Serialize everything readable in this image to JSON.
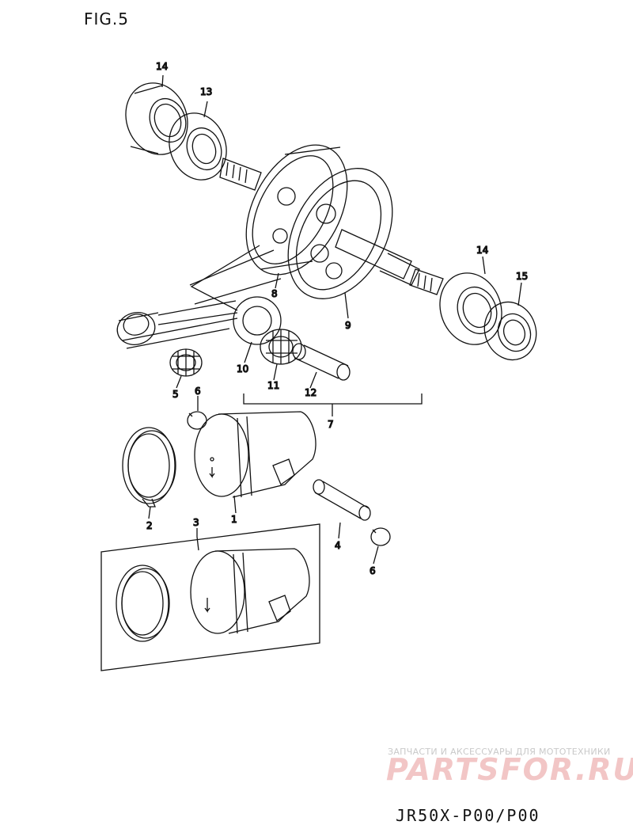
{
  "figure": {
    "title": "FIG.5"
  },
  "callouts": {
    "c1": "1",
    "c2": "2",
    "c3": "3",
    "c4": "4",
    "c5": "5",
    "c6a": "6",
    "c6b": "6",
    "c7": "7",
    "c8": "8",
    "c9": "9",
    "c10": "10",
    "c11": "11",
    "c12": "12",
    "c13": "13",
    "c14a": "14",
    "c14b": "14",
    "c15": "15"
  },
  "watermark": {
    "tagline": "ЗАПЧАСТИ И АКСЕССУАРЫ ДЛЯ МОТОТЕХНИКИ",
    "brand": "PARTSFOR.RU"
  },
  "footer": {
    "code": "JR50X-P00/P00"
  }
}
